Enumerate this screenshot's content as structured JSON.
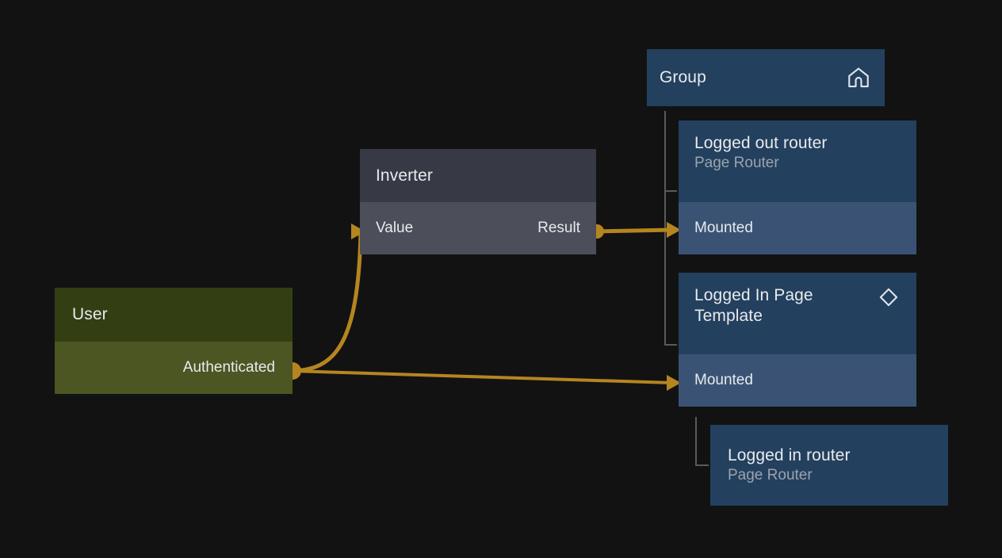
{
  "canvas": {
    "background": "#121212",
    "wire_color": "#b5851f",
    "tree_line_color": "#5a5a5a"
  },
  "nodes": {
    "group": {
      "title": "Group",
      "icon": "home-icon",
      "color": "#23405e"
    },
    "inverter": {
      "title": "Inverter",
      "input_label": "Value",
      "output_label": "Result",
      "header_color": "#373a45",
      "row_color": "#4c4f5a"
    },
    "user": {
      "title": "User",
      "output_label": "Authenticated",
      "header_color": "#333f13",
      "row_color": "#4b5623"
    },
    "logged_out_router": {
      "title": "Logged out router",
      "subtitle": "Page Router",
      "port_label": "Mounted",
      "header_color": "#23405e",
      "row_color": "#3a5375"
    },
    "logged_in_template": {
      "title": "Logged In Page\nTemplate",
      "port_label": "Mounted",
      "icon": "diamond-icon",
      "header_color": "#23405e",
      "row_color": "#3a5375"
    },
    "logged_in_router": {
      "title": "Logged in router",
      "subtitle": "Page Router",
      "header_color": "#23405e"
    }
  },
  "connections": [
    {
      "name": "user-authenticated-to-inverter-value",
      "from": "User.Authenticated",
      "to": "Inverter.Value",
      "color": "#b5851f"
    },
    {
      "name": "inverter-result-to-logged-out-router-mounted",
      "from": "Inverter.Result",
      "to": "Logged out router.Mounted",
      "color": "#b5851f"
    },
    {
      "name": "user-authenticated-to-logged-in-template-mounted",
      "from": "User.Authenticated",
      "to": "Logged In Page Template.Mounted",
      "color": "#b5851f"
    }
  ]
}
